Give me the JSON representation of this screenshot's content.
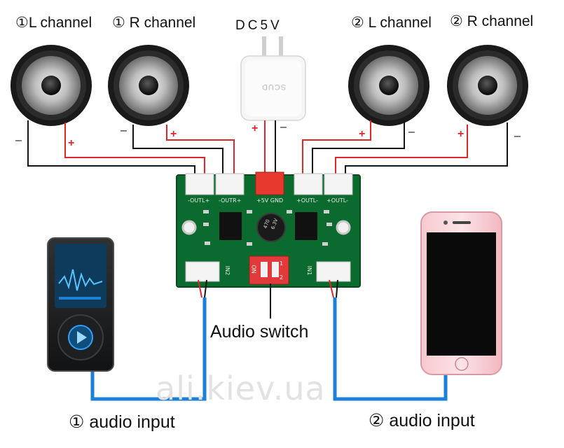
{
  "speakers": {
    "s1_label": "①L channel",
    "s2_label": "① R channel",
    "s3_label": "② L channel",
    "s4_label": "② R channel"
  },
  "power": {
    "label": "DC5V",
    "plus": "+",
    "minus": "–",
    "charger_text": "SCUD"
  },
  "wire_signs": {
    "minus": "–",
    "plus": "+"
  },
  "board": {
    "conn_outl_left": "-OUTL+",
    "conn_outr_left": "-OUTR+",
    "conn_power": "+5V  GND",
    "conn_outl_right": "+OUTL-",
    "conn_outr_right": "+OUTL-",
    "in1_label": "IN1",
    "in2_label": "IN2",
    "switch_on": "ON",
    "switch_n1": "1",
    "switch_n2": "2",
    "cap_text_1": "470",
    "cap_text_2": "6.3V"
  },
  "audio_switch_label": "Audio switch",
  "inputs": {
    "input1": "①  audio input",
    "input2": "②  audio input"
  },
  "watermark": "ali.kiev.ua",
  "colors": {
    "wire_red": "#e0262b",
    "wire_black": "#151515",
    "wire_blue": "#1e7fd6",
    "pcb_green": "#0b6b2f",
    "connector_red": "#e8392f"
  }
}
